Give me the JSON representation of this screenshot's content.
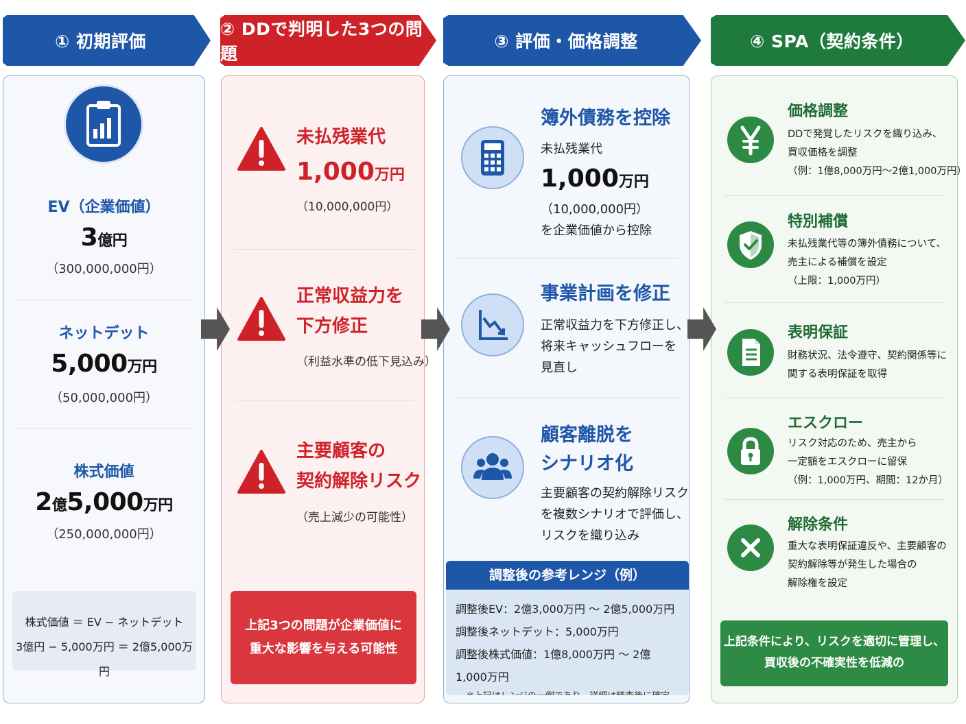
{
  "colors": {
    "blue": "#1e56a8",
    "red": "#cf2228",
    "green": "#1f7a3d",
    "arrow_gray": "#555555"
  },
  "steps": [
    {
      "label": "① 初期評価"
    },
    {
      "label": "② DDで判明した3つの問題"
    },
    {
      "label": "③ 評価・価格調整"
    },
    {
      "label": "④ SPA（契約条件）"
    }
  ],
  "col1": {
    "icon": "clipboard-chart-icon",
    "ev": {
      "label": "EV（企業価値）",
      "value": "3",
      "unit": "億円",
      "sub": "（300,000,000円）"
    },
    "net_debt": {
      "label": "ネットデット",
      "value": "5,000",
      "unit": "万円",
      "sub": "（50,000,000円）"
    },
    "equity": {
      "label": "株式価値",
      "value_a": "2",
      "unit_a": "億",
      "value_b": "5,000",
      "unit_b": "万円",
      "sub": "（250,000,000円）"
    },
    "formula_line1": "株式価値 ＝ EV − ネットデット",
    "formula_line2": "3億円 − 5,000万円 ＝ 2億5,000万円"
  },
  "col2": {
    "issue1": {
      "title": "未払残業代",
      "amount": "1,000",
      "unit": "万円",
      "sub": "（10,000,000円）"
    },
    "issue2": {
      "title_line1": "正常収益力を",
      "title_line2": "下方修正",
      "sub": "（利益水準の低下見込み）"
    },
    "issue3": {
      "title_line1": "主要顧客の",
      "title_line2": "契約解除リスク",
      "sub": "（売上減少の可能性）"
    },
    "box_line1": "上記3つの問題が企業価値に",
    "box_line2": "重大な影響を与える可能性"
  },
  "col3": {
    "item1": {
      "icon": "calculator-icon",
      "title": "簿外債務を控除",
      "line1": "未払残業代",
      "amount": "1,000",
      "unit": "万円",
      "line2": "（10,000,000円）",
      "line3": "を企業価値から控除"
    },
    "item2": {
      "icon": "chart-down-icon",
      "title": "事業計画を修正",
      "line1": "正常収益力を下方修正し、",
      "line2": "将来キャッシュフローを",
      "line3": "見直し"
    },
    "item3": {
      "icon": "users-icon",
      "title_line1": "顧客離脱を",
      "title_line2": "シナリオ化",
      "line1": "主要顧客の契約解除リスク",
      "line2": "を複数シナリオで評価し、",
      "line3": "リスクを織り込み"
    },
    "range": {
      "title": "調整後の参考レンジ（例）",
      "line1": "調整後EV：2億3,000万円 〜 2億5,000万円",
      "line2": "調整後ネットデット：5,000万円",
      "line3": "調整後株式価値：1億8,000万円 〜 2億1,000万円",
      "note": "※上記はレンジの一例であり、詳細は精査後に確定"
    }
  },
  "col4": {
    "items": [
      {
        "icon": "yen-icon",
        "title": "価格調整",
        "lines": [
          "DDで発覚したリスクを織り込み、",
          "買収価格を調整",
          "（例：1億8,000万円〜2億1,000万円）"
        ]
      },
      {
        "icon": "shield-check-icon",
        "title": "特別補償",
        "lines": [
          "未払残業代等の簿外債務について、",
          "売主による補償を設定",
          "（上限：1,000万円）"
        ]
      },
      {
        "icon": "document-icon",
        "title": "表明保証",
        "lines": [
          "財務状況、法令遵守、契約関係等に",
          "関する表明保証を取得"
        ]
      },
      {
        "icon": "lock-icon",
        "title": "エスクロー",
        "lines": [
          "リスク対応のため、売主から",
          "一定額をエスクローに留保",
          "（例：1,000万円、期間：12か月）"
        ]
      },
      {
        "icon": "x-icon",
        "title": "解除条件",
        "lines": [
          "重大な表明保証違反や、主要顧客の",
          "契約解除等が発生した場合の",
          "解除権を設定"
        ]
      }
    ],
    "box_line1": "上記条件により、リスクを適切に管理し、",
    "box_line2": "買収後の不確実性を低減の"
  }
}
